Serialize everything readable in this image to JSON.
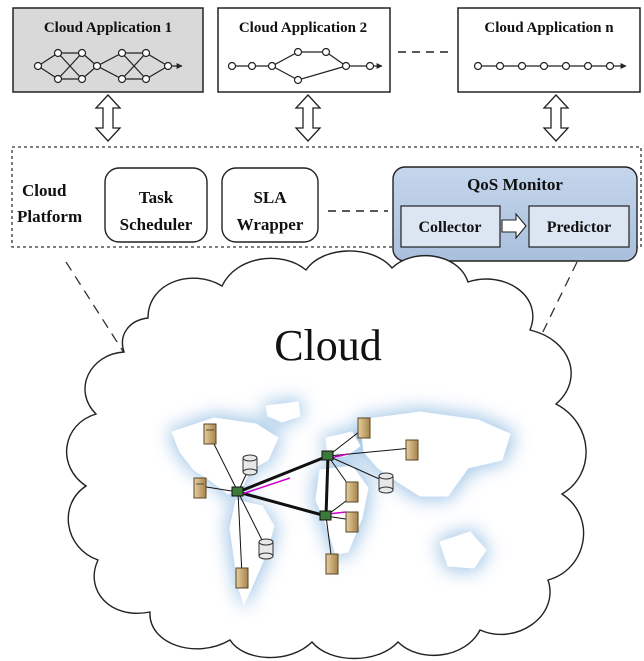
{
  "applications": [
    {
      "label": "Cloud Application 1"
    },
    {
      "label": "Cloud Application 2"
    },
    {
      "label": "Cloud Application n"
    }
  ],
  "platform": {
    "label_line1": "Cloud",
    "label_line2": "Platform",
    "task_scheduler": {
      "line1": "Task",
      "line2": "Scheduler"
    },
    "sla_wrapper": {
      "line1": "SLA",
      "line2": "Wrapper"
    },
    "qos_monitor": {
      "title": "QoS Monitor",
      "collector": "Collector",
      "predictor": "Predictor"
    }
  },
  "cloud": {
    "label": "Cloud"
  },
  "colors": {
    "box_border": "#222222",
    "app1_fill": "#d9d9d9",
    "qos_fill": "#b8cce4",
    "inner_box_fill": "#dce6f2",
    "land_fill": "#ffffff",
    "glow": "#9dc3e6",
    "link_accent": "#d000d0",
    "server_fill": "#c9a66b"
  }
}
